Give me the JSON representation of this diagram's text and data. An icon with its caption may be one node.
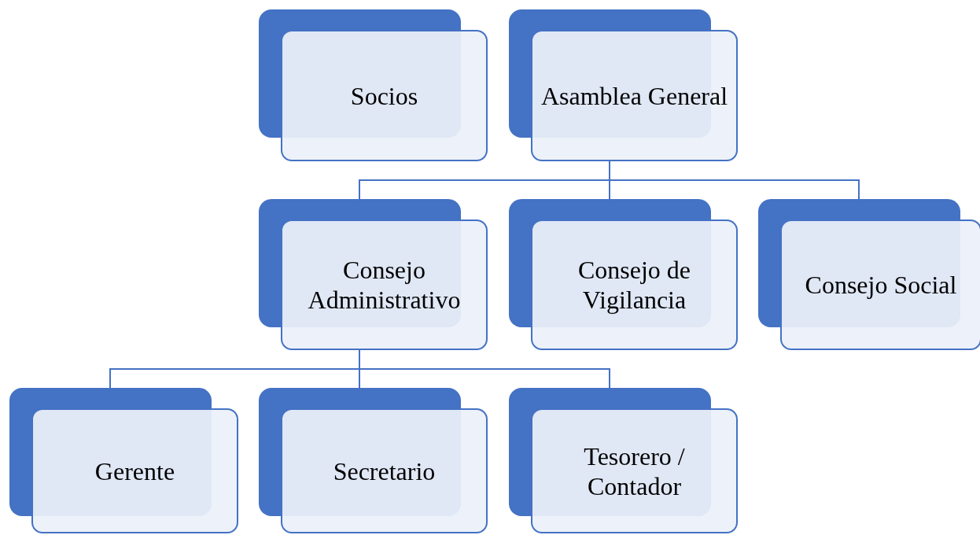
{
  "diagram": {
    "nodes": [
      {
        "text": [
          "Socios"
        ]
      },
      {
        "text": [
          "Asamblea General"
        ]
      },
      {
        "text": [
          "Consejo Administrativo"
        ]
      },
      {
        "text": [
          "Consejo de Vigilancia"
        ]
      },
      {
        "text": [
          "Consejo Social"
        ]
      },
      {
        "text": [
          "Gerente"
        ]
      },
      {
        "text": [
          "Secretario"
        ]
      },
      {
        "text": [
          "Tesorero / Contador"
        ]
      }
    ],
    "edges": [
      {
        "from": 1,
        "to": 2,
        "arrow": "none"
      },
      {
        "from": 1,
        "to": 3,
        "arrow": "none"
      },
      {
        "from": 1,
        "to": 4,
        "arrow": "none"
      },
      {
        "from": 2,
        "to": 5,
        "arrow": "none"
      },
      {
        "from": 2,
        "to": 6,
        "arrow": "none"
      },
      {
        "from": 2,
        "to": 7,
        "arrow": "none"
      }
    ]
  }
}
